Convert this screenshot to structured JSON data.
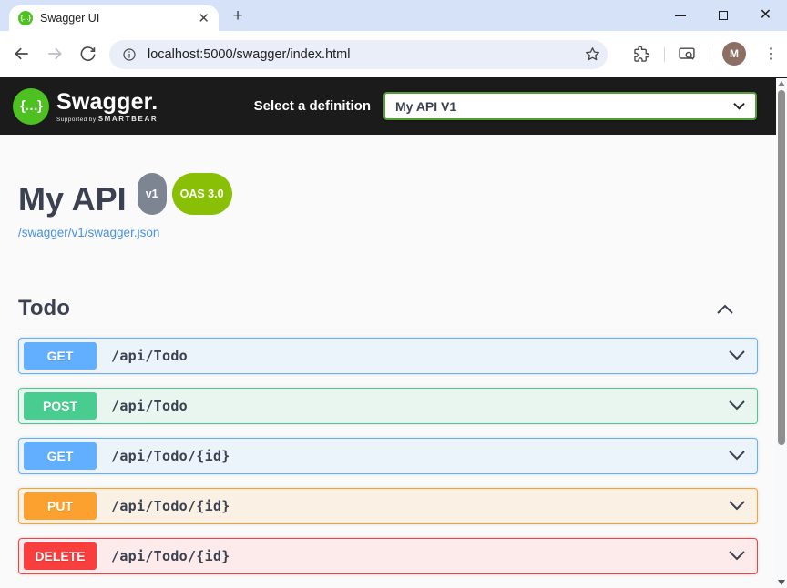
{
  "browser": {
    "tab_title": "Swagger UI",
    "url": "localhost:5000/swagger/index.html",
    "avatar_initial": "M",
    "favicon_glyph": "{…}"
  },
  "topbar": {
    "logo_glyph": "{…}",
    "logo_text": "Swagger.",
    "supported_by_prefix": "Supported by ",
    "supported_by_brand": "SMARTBEAR",
    "select_label": "Select a definition",
    "selected_definition": "My API V1",
    "select_border_color": "#549e38",
    "background_color": "#1b1b1b",
    "brand_green": "#4cc121"
  },
  "api": {
    "title": "My API",
    "version_badge": "v1",
    "version_badge_color": "#7d8492",
    "oas_badge": "OAS 3.0",
    "oas_badge_color": "#89bf04",
    "spec_link": "/swagger/v1/swagger.json",
    "link_color": "#4990e2",
    "text_color": "#3b4151"
  },
  "section": {
    "title": "Todo",
    "expanded": true
  },
  "operations": [
    {
      "method": "GET",
      "path": "/api/Todo",
      "color": "#61affe",
      "bg": "#ebf3fb"
    },
    {
      "method": "POST",
      "path": "/api/Todo",
      "color": "#49cc90",
      "bg": "#e8f6ef"
    },
    {
      "method": "GET",
      "path": "/api/Todo/{id}",
      "color": "#61affe",
      "bg": "#ebf3fb"
    },
    {
      "method": "PUT",
      "path": "/api/Todo/{id}",
      "color": "#fca130",
      "bg": "#faf1e4"
    },
    {
      "method": "DELETE",
      "path": "/api/Todo/{id}",
      "color": "#f93e3e",
      "bg": "#fdebeb"
    }
  ]
}
